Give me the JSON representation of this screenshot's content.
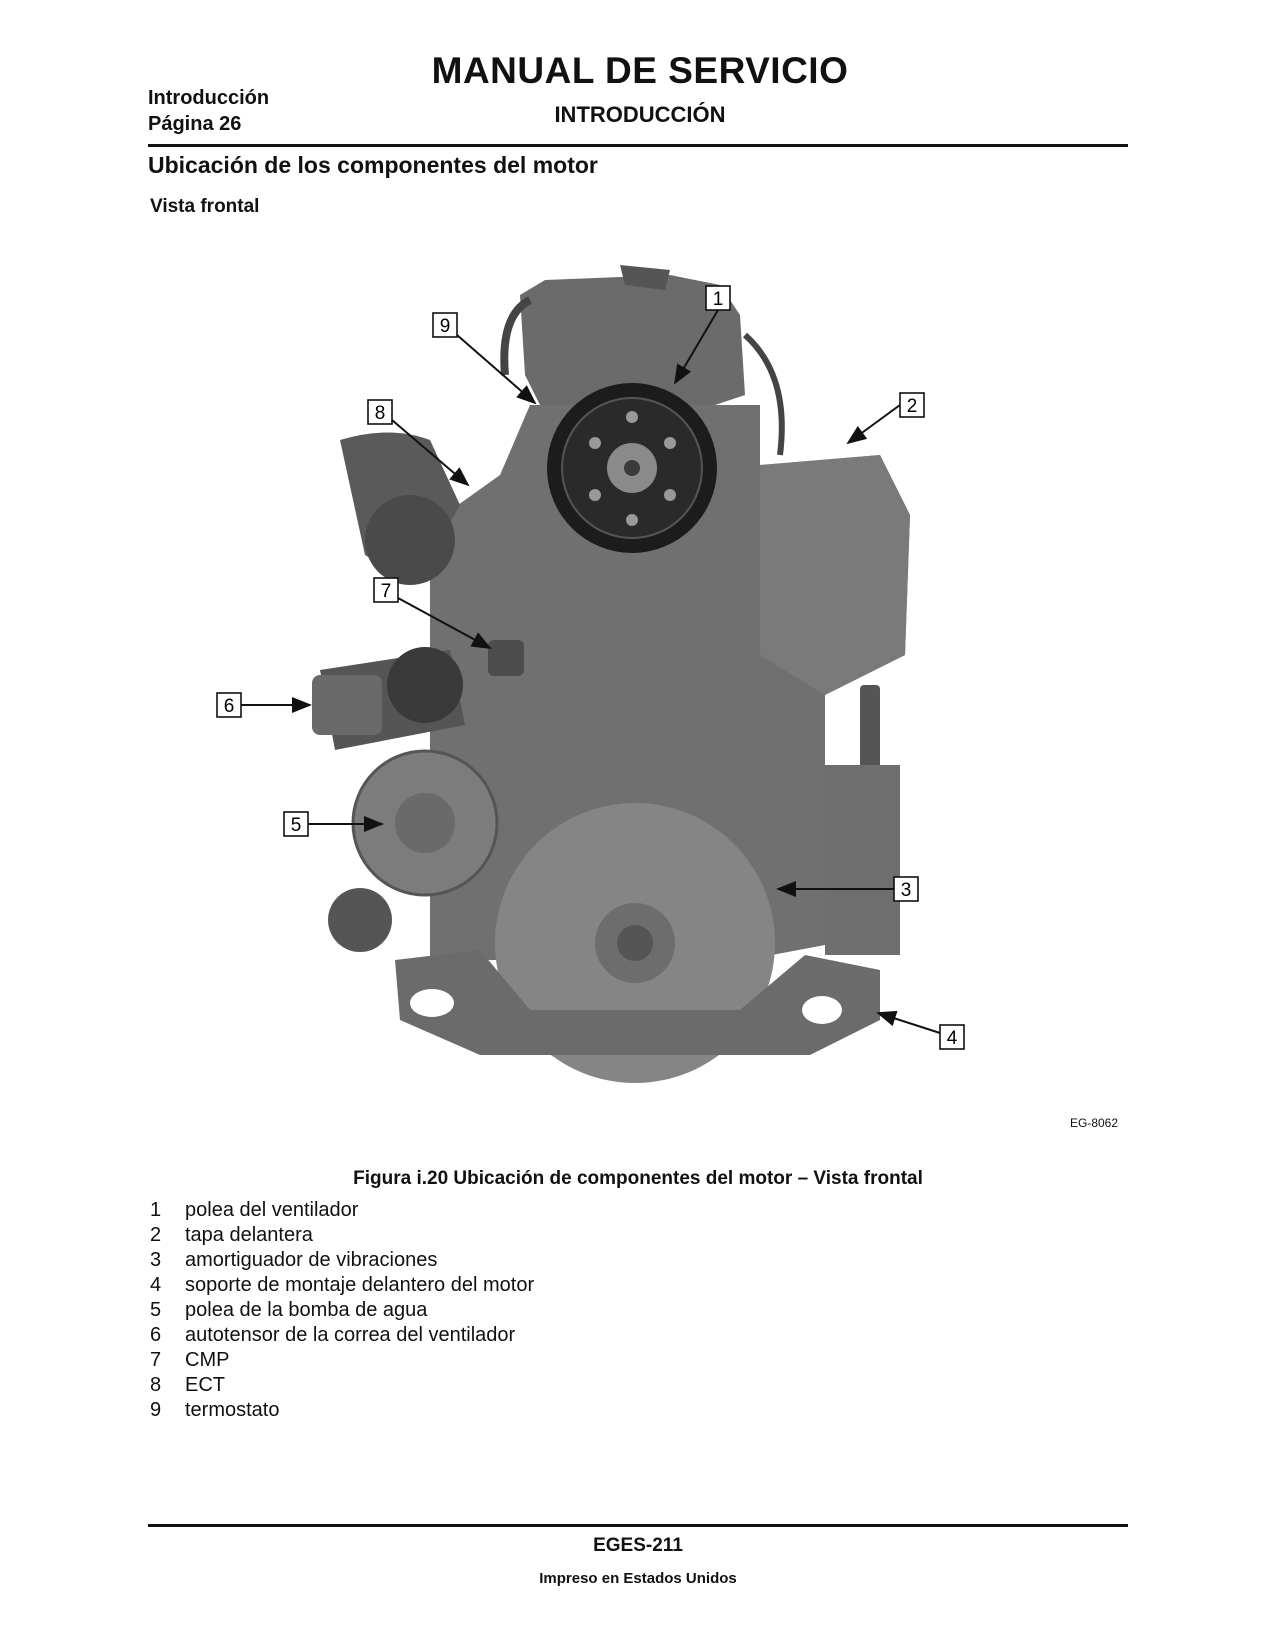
{
  "header": {
    "section": "Introducción",
    "page": "Página 26",
    "title": "MANUAL DE SERVICIO",
    "subtitle": "INTRODUCCIÓN"
  },
  "section_title": "Ubicación de los componentes del motor",
  "subsection_title": "Vista frontal",
  "figure": {
    "code": "EG-8062",
    "caption": "Figura i.20 Ubicación de componentes del motor – Vista frontal",
    "callouts": [
      "1",
      "2",
      "3",
      "4",
      "5",
      "6",
      "7",
      "8",
      "9"
    ]
  },
  "legend": [
    {
      "num": "1",
      "text": "polea del ventilador"
    },
    {
      "num": "2",
      "text": "tapa delantera"
    },
    {
      "num": "3",
      "text": "amortiguador de vibraciones"
    },
    {
      "num": "4",
      "text": "soporte de montaje delantero del motor"
    },
    {
      "num": "5",
      "text": "polea de la bomba de agua"
    },
    {
      "num": "6",
      "text": "autotensor de la correa del ventilador"
    },
    {
      "num": "7",
      "text": "CMP"
    },
    {
      "num": "8",
      "text": "ECT"
    },
    {
      "num": "9",
      "text": "termostato"
    }
  ],
  "footer": {
    "code": "EGES-211",
    "printed": "Impreso en Estados Unidos"
  }
}
